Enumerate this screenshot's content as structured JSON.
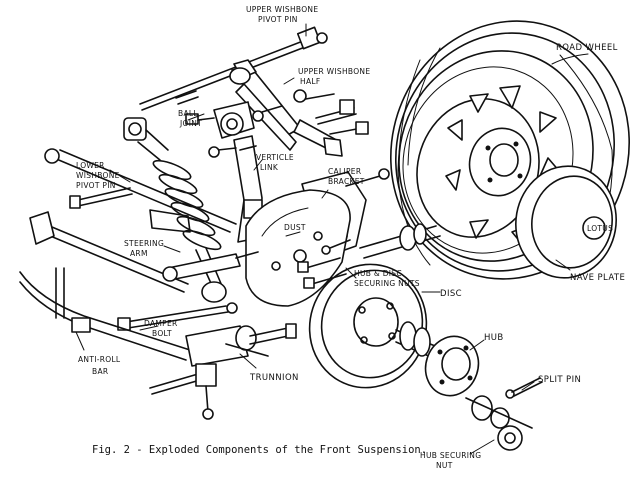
{
  "caption": "Fig. 2 - Exploded Components of the Front Suspension.",
  "labels": {
    "upper_wishbone_pivot_pin": [
      "UPPER WISHBONE",
      "PIVOT PIN"
    ],
    "upper_wishbone_half": [
      "UPPER WISHBONE",
      "HALF"
    ],
    "road_wheel": "ROAD WHEEL",
    "ball_joint": [
      "BALL",
      "JOINT"
    ],
    "vertical_link": [
      "VERTICLE",
      "LINK"
    ],
    "caliper_bracket": [
      "CALIPER",
      "BRACKET"
    ],
    "lower_wishbone_pivot_pin": [
      "LOWER",
      "WISHBONE",
      "PIVOT PIN"
    ],
    "dust": "DUST",
    "steering_arm": [
      "STEERING",
      "ARM"
    ],
    "hub_disc_securing_nuts": [
      "HUB & DISC",
      "SECURING NUTS"
    ],
    "disc": "DISC",
    "nave_plate": "NAVE PLATE",
    "damper_bolt": [
      "DAMPER",
      "BOLT"
    ],
    "anti_roll_bar": [
      "ANTI-ROLL",
      "BAR"
    ],
    "trunnion": "TRUNNION",
    "hub": "HUB",
    "split_pin": "SPLIT PIN",
    "hub_securing_nut": [
      "HUB SECURING",
      "NUT"
    ],
    "nave_plate_emblem": "LOTUS"
  }
}
